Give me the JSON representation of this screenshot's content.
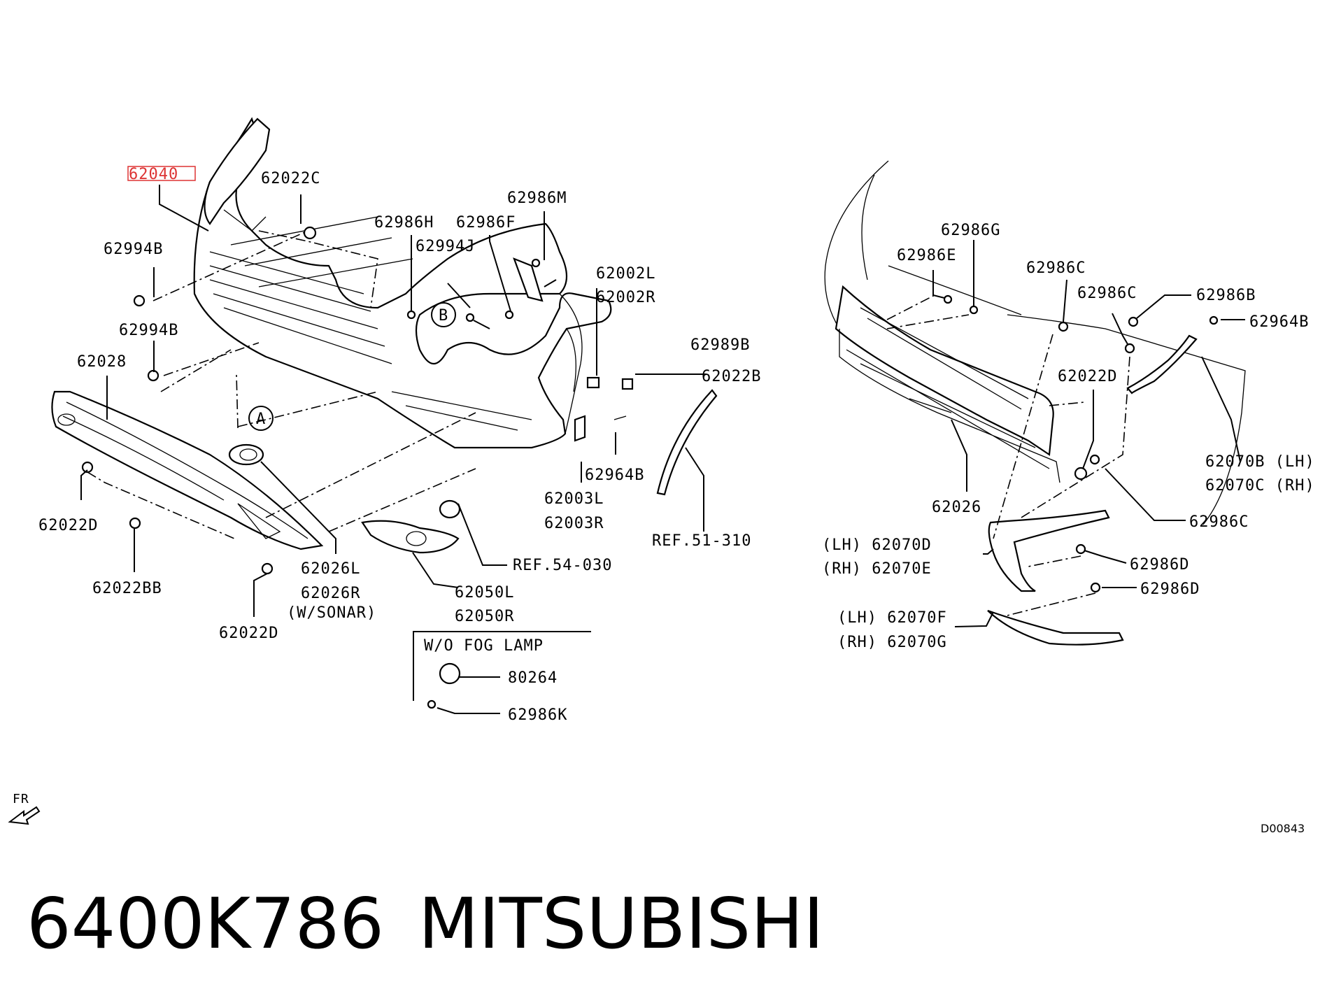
{
  "callouts": [
    {
      "text": "62040",
      "highlight": true
    },
    {
      "text": "62022C"
    },
    {
      "text": "62986M"
    },
    {
      "text": "62986H"
    },
    {
      "text": "62986F"
    },
    {
      "text": "62994J"
    },
    {
      "text": "62994B"
    },
    {
      "text": "62994B"
    },
    {
      "text": "62002L"
    },
    {
      "text": "62002R"
    },
    {
      "text": "62989B"
    },
    {
      "text": "62022B"
    },
    {
      "text": "62028"
    },
    {
      "text": "62964B"
    },
    {
      "text": "62003L"
    },
    {
      "text": "62003R"
    },
    {
      "text": "REF.51-310"
    },
    {
      "text": "REF.54-030"
    },
    {
      "text": "62022D"
    },
    {
      "text": "62022BB"
    },
    {
      "text": "62022D"
    },
    {
      "text": "62026L"
    },
    {
      "text": "62026R"
    },
    {
      "text": "(W/SONAR)"
    },
    {
      "text": "62050L"
    },
    {
      "text": "62050R"
    },
    {
      "text": "W/O FOG LAMP"
    },
    {
      "text": "80264"
    },
    {
      "text": "62986K"
    },
    {
      "text": "62986G"
    },
    {
      "text": "62986E"
    },
    {
      "text": "62986C"
    },
    {
      "text": "62986C"
    },
    {
      "text": "62986B"
    },
    {
      "text": "62964B"
    },
    {
      "text": "62022D"
    },
    {
      "text": "62070B (LH)"
    },
    {
      "text": "62070C (RH)"
    },
    {
      "text": "62026"
    },
    {
      "text": "62986C"
    },
    {
      "text": "(LH) 62070D"
    },
    {
      "text": "(RH) 62070E"
    },
    {
      "text": "62986D"
    },
    {
      "text": "62986D"
    },
    {
      "text": "(LH) 62070F"
    },
    {
      "text": "(RH) 62070G"
    }
  ],
  "circle_markers": [
    "A",
    "B"
  ],
  "direction_label": "FR",
  "diagram_code": "D00843",
  "caption": {
    "part_number": "6400K786",
    "brand": "MITSUBISHI"
  },
  "highlight_color": "#d33333"
}
